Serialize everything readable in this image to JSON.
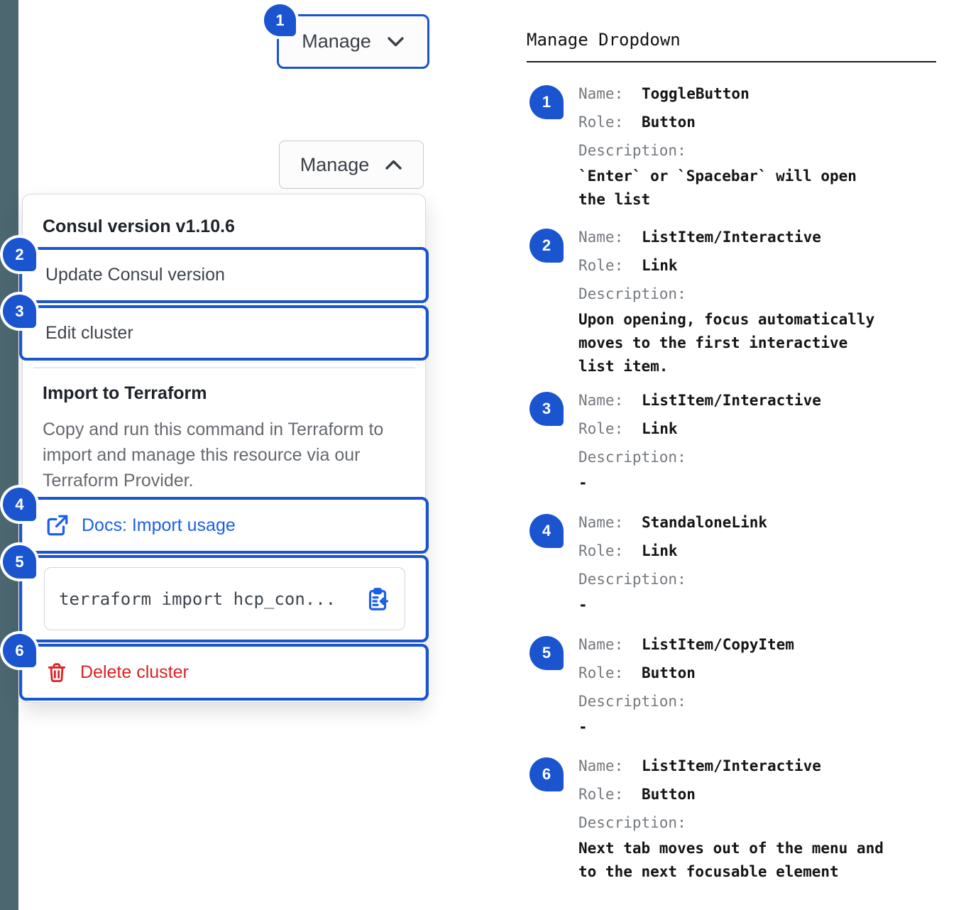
{
  "badges": [
    "1",
    "2",
    "3",
    "4",
    "5",
    "6"
  ],
  "toggle_button": {
    "label": "Manage"
  },
  "dropdown": {
    "version_header": "Consul version v1.10.6",
    "update_item": "Update Consul version",
    "edit_item": "Edit cluster",
    "import_header": "Import to Terraform",
    "import_description": "Copy and run this command in Terraform to import and manage this resource via our Terraform Provider.",
    "docs_link": "Docs: Import usage",
    "terraform_command": "terraform import hcp_con...",
    "delete_item": "Delete cluster"
  },
  "legend": {
    "title": "Manage Dropdown",
    "name_label": "Name:",
    "role_label": "Role:",
    "description_label": "Description:",
    "items": [
      {
        "number": "1",
        "name": "ToggleButton",
        "role": "Button",
        "description": "`Enter` or `Spacebar` will open\nthe list"
      },
      {
        "number": "2",
        "name": "ListItem/Interactive",
        "role": "Link",
        "description": "Upon opening, focus automatically\nmoves to the first interactive\nlist item."
      },
      {
        "number": "3",
        "name": "ListItem/Interactive",
        "role": "Link",
        "description": "-"
      },
      {
        "number": "4",
        "name": "StandaloneLink",
        "role": "Link",
        "description": "-"
      },
      {
        "number": "5",
        "name": "ListItem/CopyItem",
        "role": "Button",
        "description": "-"
      },
      {
        "number": "6",
        "name": "ListItem/Interactive",
        "role": "Button",
        "description": "Next tab moves out of the menu and\nto the next focusable element"
      }
    ]
  },
  "colors": {
    "annotation_blue": "#1A54CE",
    "link_blue": "#1B60E8",
    "critical_red": "#DB2226",
    "sidebar_slate": "#4C6770"
  }
}
